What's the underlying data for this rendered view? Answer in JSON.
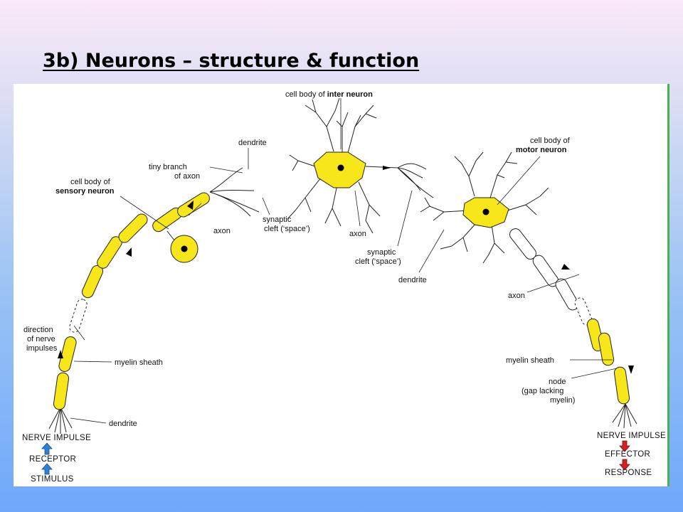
{
  "slide": {
    "title": "3b) Neurons – structure & function"
  },
  "diagram": {
    "labels": {
      "cell_body_inter_1": "cell body of ",
      "cell_body_inter_2": "inter neuron",
      "dendrite_left": "dendrite",
      "tiny_branch_1": "tiny branch",
      "tiny_branch_2": "of axon",
      "sensory_1": "cell body of",
      "sensory_2": "sensory neuron",
      "axon_left": "axon",
      "synaptic_left_1": "synaptic",
      "synaptic_left_2": "cleft (‘space’)",
      "axon_mid": "axon",
      "synaptic_right_1": "synaptic",
      "synaptic_right_2": "cleft (‘space’)",
      "dendrite_mid": "dendrite",
      "motor_1": "cell body of",
      "motor_2": "motor neuron",
      "axon_right": "axon",
      "direction_1": "direction",
      "direction_2": "of nerve",
      "direction_3": "impulses",
      "myelin_left": "myelin sheath",
      "dendrite_bottom": "dendrite",
      "myelin_right": "myelin sheath",
      "node_1": "node",
      "node_2": "(gap lacking",
      "node_3": "myelin)"
    },
    "left_flow": [
      "NERVE IMPULSE",
      "RECEPTOR",
      "STIMULUS"
    ],
    "right_flow": [
      "NERVE IMPULSE",
      "EFFECTOR",
      "RESPONSE"
    ],
    "colors": {
      "neuron_fill": "#f7e61a",
      "up_arrow": "#2f7fd6",
      "down_arrow": "#d42020",
      "panel_border": "#4caf50"
    }
  }
}
